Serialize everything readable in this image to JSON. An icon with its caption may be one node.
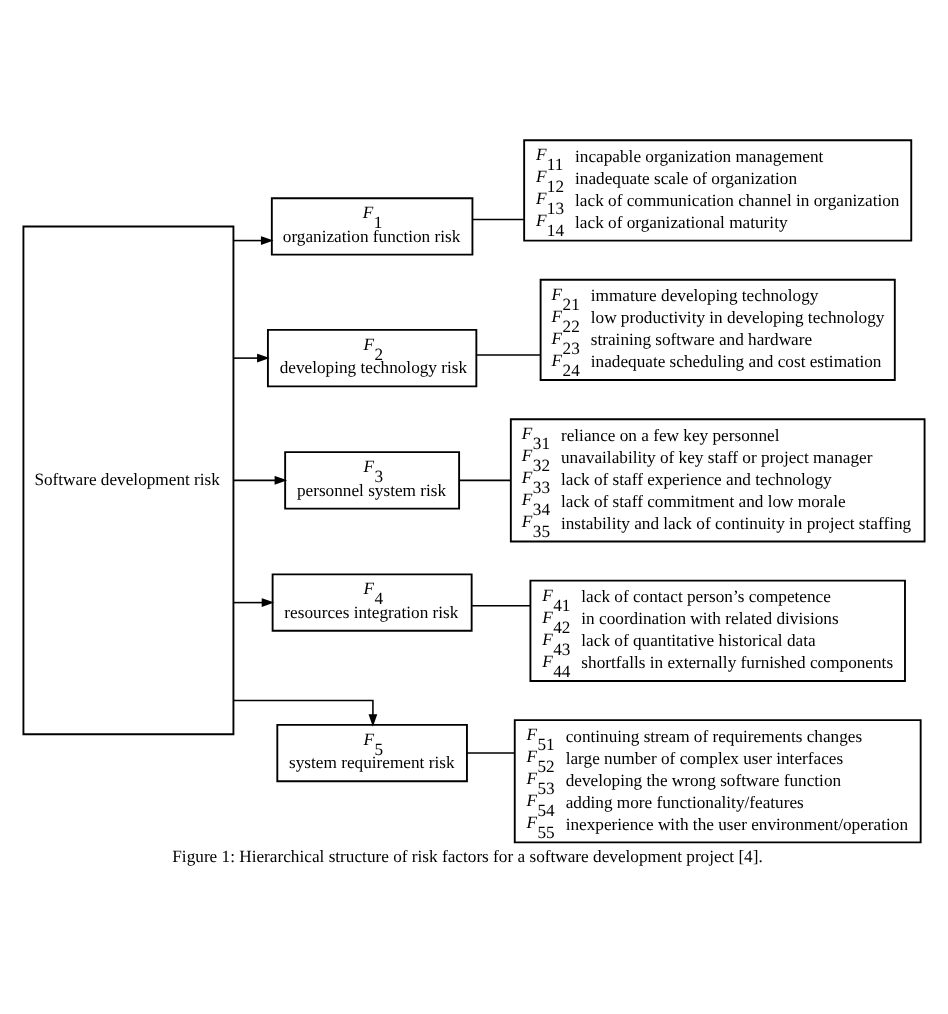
{
  "diagram": {
    "caption": "Figure 1: Hierarchical structure of risk factors for a software development project [4].",
    "nodes": [
      {
        "text": [
          "Software development risk"
        ]
      },
      {
        "text": [
          "*F*$_{1}$",
          "organization function risk"
        ]
      },
      {
        "text": [
          "*F*$_{2}$",
          "developing technology risk"
        ]
      },
      {
        "text": [
          "*F*$_{3}$",
          "personnel system risk"
        ]
      },
      {
        "text": [
          "*F*$_{4}$",
          "resources integration risk"
        ]
      },
      {
        "text": [
          "*F*$_{5}$",
          "system requirement risk"
        ]
      },
      {
        "text": [
          "*F*$_{11}$ incapable organization management",
          "*F*$_{12}$ inadequate scale of organization",
          "*F*$_{13}$ lack of communication channel in organization",
          "*F*$_{14}$ lack of organizational maturity"
        ]
      },
      {
        "text": [
          "*F*$_{21}$ immature developing technology",
          "*F*$_{22}$ low productivity in developing technology",
          "*F*$_{23}$ straining software and hardware",
          "*F*$_{24}$ inadequate scheduling and cost estimation"
        ]
      },
      {
        "text": [
          "*F*$_{31}$ reliance on a few key personnel",
          "*F*$_{32}$ unavailability of key staff or project manager",
          "*F*$_{33}$ lack of staff experience and technology",
          "*F*$_{34}$ lack of staff commitment and low morale",
          "*F*$_{35}$ instability and lack of continuity in project staffing"
        ]
      },
      {
        "text": [
          "*F*$_{41}$ lack of contact person’s competence",
          "*F*$_{42}$ in coordination with related divisions",
          "*F*$_{43}$ lack of quantitative historical data",
          "*F*$_{44}$ shortfalls in externally furnished components"
        ]
      },
      {
        "text": [
          "*F*$_{51}$ continuing stream of requirements changes",
          "*F*$_{52}$ large number of complex user interfaces",
          "*F*$_{53}$ developing the wrong software function",
          "*F*$_{54}$ adding more functionality/features",
          "*F*$_{55}$ inexperience with the user environment/operation"
        ]
      }
    ],
    "edges": [
      {
        "from": 0,
        "to": 1,
        "arrow": "to"
      },
      {
        "from": 0,
        "to": 2,
        "arrow": "to"
      },
      {
        "from": 0,
        "to": 3,
        "arrow": "to"
      },
      {
        "from": 0,
        "to": 4,
        "arrow": "to"
      },
      {
        "from": 0,
        "to": 5,
        "arrow": "to"
      },
      {
        "from": 1,
        "to": 6,
        "arrow": "none"
      },
      {
        "from": 2,
        "to": 7,
        "arrow": "none"
      },
      {
        "from": 3,
        "to": 8,
        "arrow": "none"
      },
      {
        "from": 4,
        "to": 9,
        "arrow": "none"
      },
      {
        "from": 5,
        "to": 10,
        "arrow": "none"
      }
    ]
  }
}
